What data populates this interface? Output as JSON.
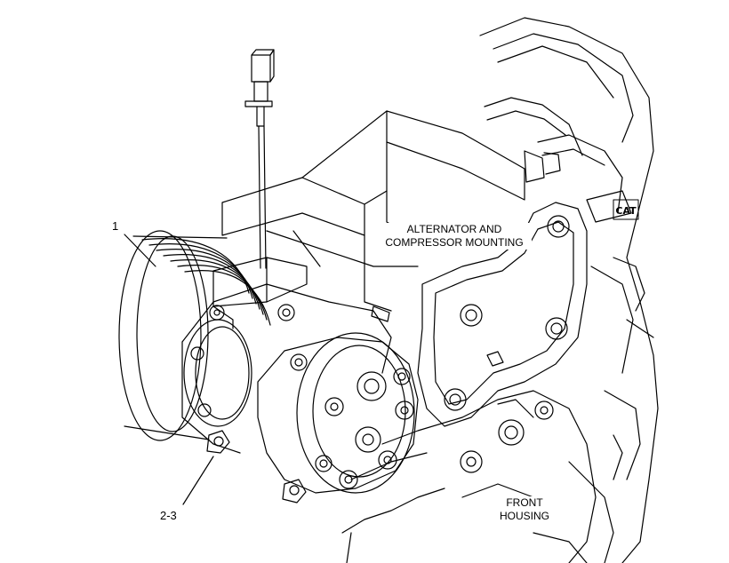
{
  "callouts": {
    "compressor": "1",
    "bolts": "2-3"
  },
  "labels": {
    "alternator_line1": "ALTERNATOR AND",
    "alternator_line2": "COMPRESSOR MOUNTING",
    "front_line1": "FRONT",
    "front_line2": "HOUSING"
  },
  "logo_text": "CAT",
  "colors": {
    "line": "#000000",
    "background": "#ffffff"
  }
}
